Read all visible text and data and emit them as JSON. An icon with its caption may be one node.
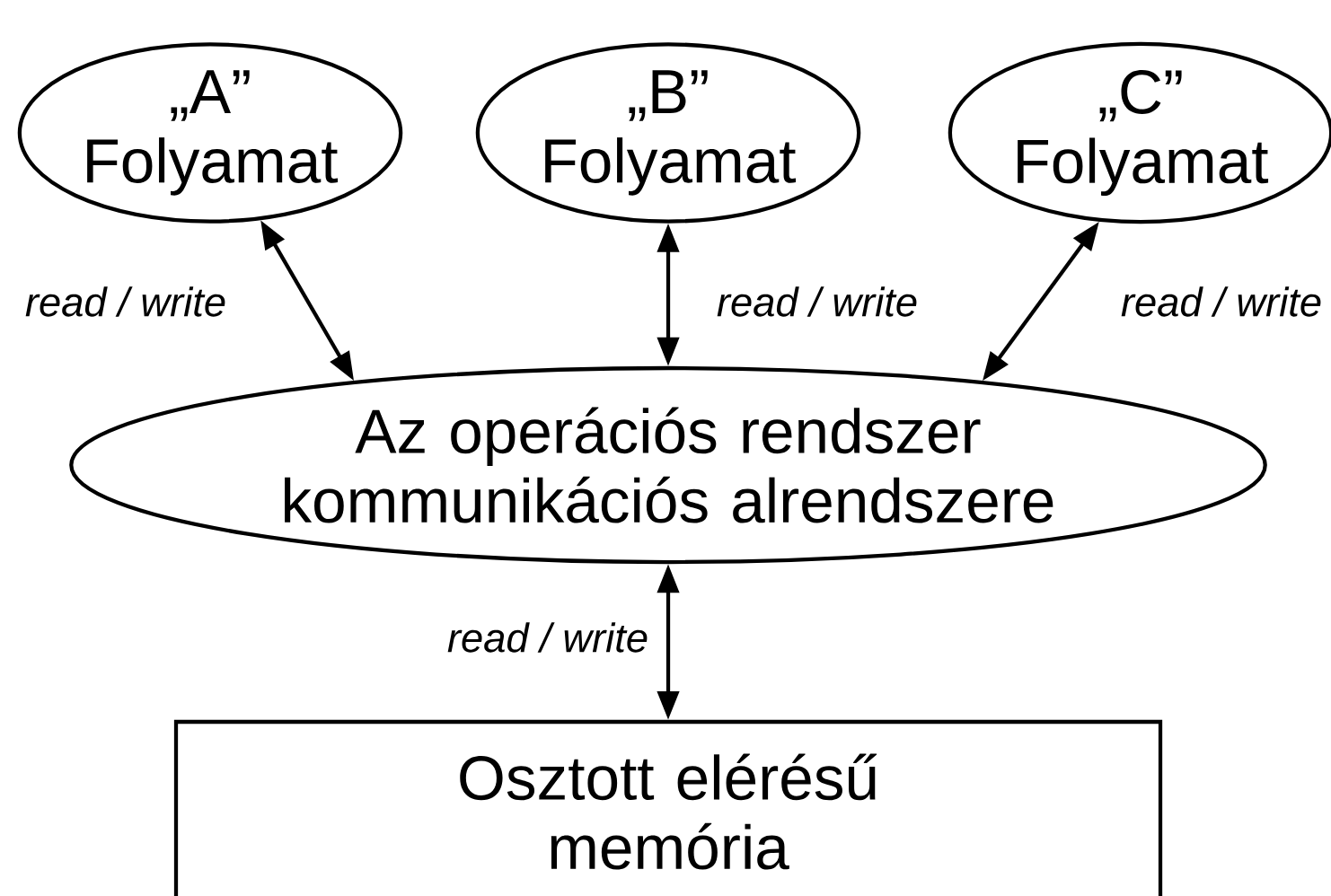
{
  "diagram": {
    "nodes": [
      {
        "text": [
          "„A” Folyamat"
        ]
      },
      {
        "text": [
          "„B” Folyamat"
        ]
      },
      {
        "text": [
          "„C” Folyamat"
        ]
      },
      {
        "text": [
          "Az operációs rendszer kommunikációs alrendszere"
        ]
      },
      {
        "text": [
          "Osztott elérésű memória"
        ]
      }
    ],
    "edges": [
      {
        "from": 0,
        "to": 3,
        "arrow": "both",
        "label": "read / write"
      },
      {
        "from": 1,
        "to": 3,
        "arrow": "both",
        "label": "read / write"
      },
      {
        "from": 2,
        "to": 3,
        "arrow": "both",
        "label": "read / write"
      },
      {
        "from": 3,
        "to": 4,
        "arrow": "both",
        "label": "read / write"
      }
    ]
  }
}
